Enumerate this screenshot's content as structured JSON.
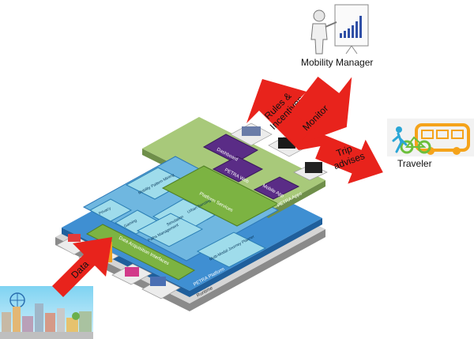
{
  "actors": {
    "mobility_manager": "Mobility Manager",
    "traveler": "Traveler"
  },
  "arrows": {
    "rules": "Rules &\nIncentives",
    "monitor": "Monitor",
    "trip": "Trip\nadvises",
    "data": "Data"
  },
  "layers": {
    "runtime": "Runtime",
    "platform": "PETRA Platform",
    "apps": "PETRA Apps"
  },
  "app_blocks": [
    "Dashboard",
    "PETRA Web",
    "Mobile App"
  ],
  "component_blocks": {
    "mobility": "Mobility Pattern Mining",
    "privacy": "Privacy",
    "gaming": "Gaming",
    "urban": "Urban Sensing",
    "simulation": "Simulation",
    "paths": "Paths Management",
    "planner": "Multi-Modal Journey Planner"
  },
  "bars": {
    "platform_services": "Platform Services",
    "data_acquisition": "Data Acquisition Interfaces"
  },
  "colors": {
    "arrow_red": "#e8231c",
    "layer_blue": "#3f8fd2",
    "layer_green": "#a8c97a",
    "block_cyan": "#9fdceb",
    "block_purple": "#5a2c86"
  }
}
